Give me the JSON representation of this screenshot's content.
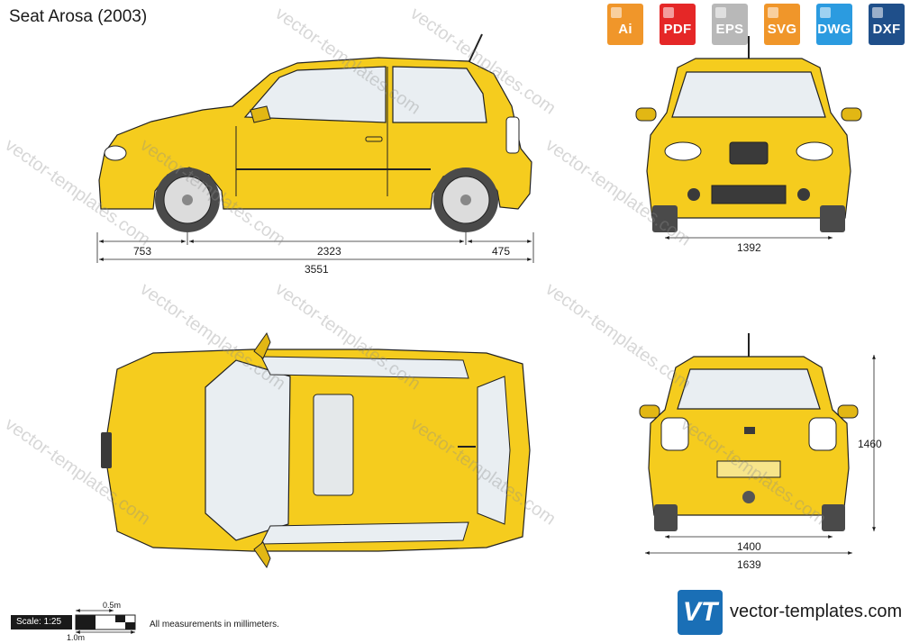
{
  "title": "Seat Arosa (2003)",
  "formats": [
    {
      "label": "Ai",
      "color": "#f0962a"
    },
    {
      "label": "PDF",
      "color": "#e52727"
    },
    {
      "label": "EPS",
      "color": "#b8b8b8"
    },
    {
      "label": "SVG",
      "color": "#f0962a"
    },
    {
      "label": "DWG",
      "color": "#2b9be0"
    },
    {
      "label": "DXF",
      "color": "#1f4f8a"
    }
  ],
  "dimensions": {
    "front_overhang": "753",
    "wheelbase": "2323",
    "rear_overhang": "475",
    "length": "3551",
    "front_width": "1392",
    "rear_track": "1400",
    "width": "1639",
    "height": "1460"
  },
  "scale": {
    "label": "Scale: 1:25",
    "half_m": "0.5m",
    "one_m": "1.0m"
  },
  "note": "All measurements in millimeters.",
  "logo": {
    "mark": "VT",
    "site": "vector-templates.com"
  },
  "watermark": "vector-templates.com",
  "colors": {
    "body": "#f5cc1e",
    "body_shade": "#e2b714",
    "glass": "#e9eef2",
    "tyre": "#4a4a4a"
  }
}
